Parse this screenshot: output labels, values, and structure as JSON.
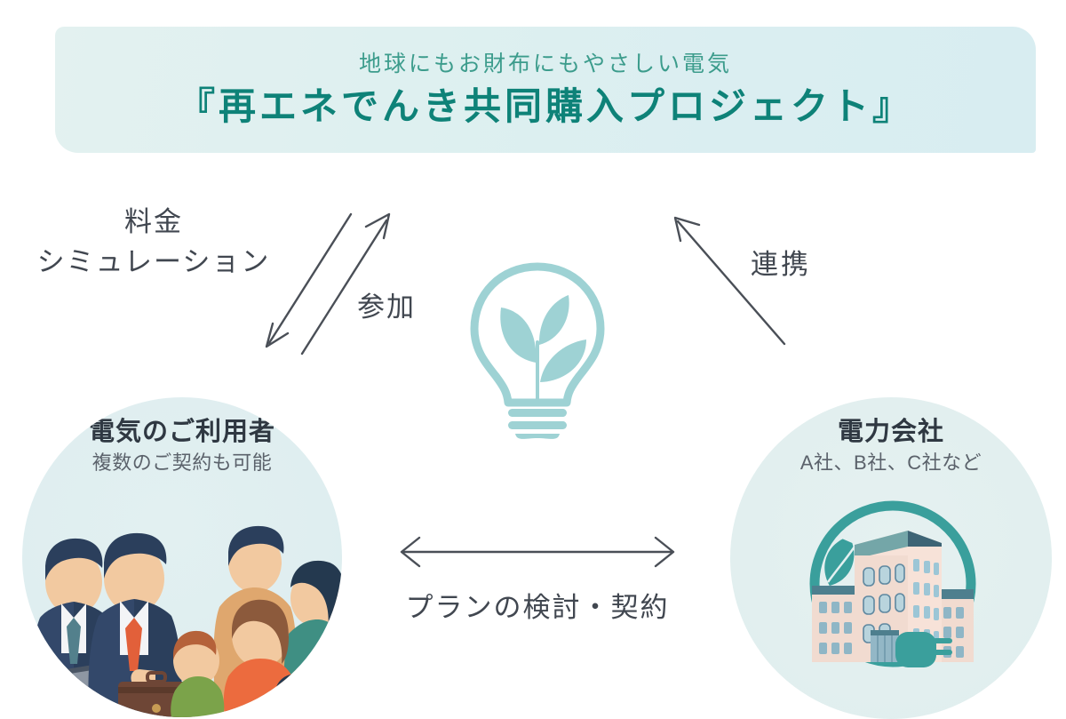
{
  "banner": {
    "subtitle": "地球にもお財布にもやさしい電気",
    "title": "『再エネでんき共同購入プロジェクト』",
    "bg_start": "#e3f1f0",
    "bg_end": "#d8edf1",
    "subtitle_color": "#3c9c8c",
    "title_color": "#0e8278"
  },
  "diagram": {
    "labels": {
      "simulation_line1": "料金",
      "simulation_line2": "シミュレーション",
      "join": "参加",
      "cooperation": "連携",
      "plan": "プランの検討・契約"
    },
    "arrow_color": "#4a4f57",
    "center_icon": {
      "name": "eco-lightbulb-icon",
      "color": "#9ed2d4"
    },
    "left_node": {
      "title": "電気のご利用者",
      "subtitle": "複数のご契約も可能",
      "bg_color": "#e0eff0",
      "illustration": "people-users-illustration"
    },
    "right_node": {
      "title": "電力会社",
      "subtitle": "A社、B社、C社など",
      "bg_color": "#e3f0f0",
      "illustration": "power-company-building-illustration",
      "accent_color": "#3a9f9c"
    }
  }
}
